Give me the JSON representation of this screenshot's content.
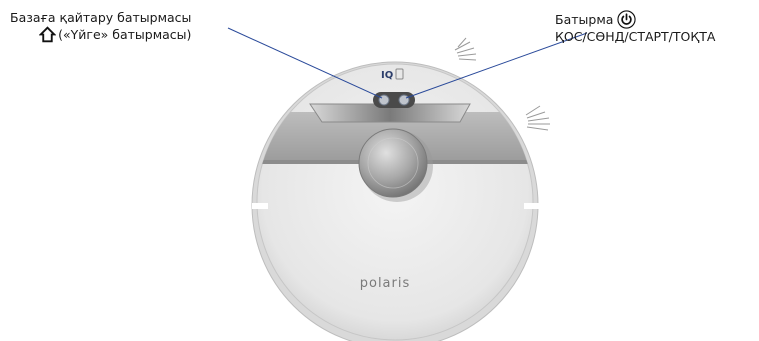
{
  "callouts": {
    "home_button": {
      "line1": "Базаға қайтару батырмасы",
      "line2": "(«Үйге» батырмасы)",
      "icon": "home-icon"
    },
    "power_button": {
      "line1": "Батырма",
      "line2": "ҚОС/СӨНД/СТАРТ/ТОҚТА",
      "icon": "power-icon"
    }
  },
  "robot": {
    "badge_text": "IQ",
    "brand": "polaris"
  }
}
